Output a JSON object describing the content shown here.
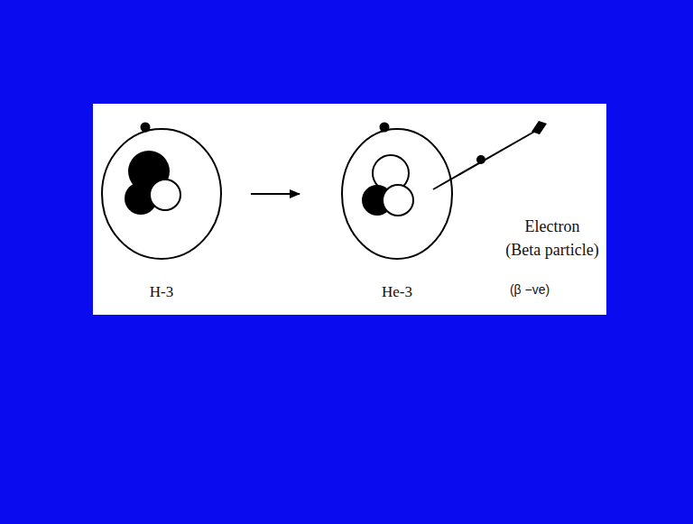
{
  "diagram": {
    "nodes": [
      {
        "text": [
          "H-3"
        ]
      },
      {
        "text": [
          "He-3"
        ]
      }
    ],
    "edges": [
      {
        "from": 0,
        "to": 1,
        "arrow": "to"
      }
    ],
    "labels": [
      "Electron",
      "(Beta particle)",
      "(β −ve)"
    ]
  }
}
